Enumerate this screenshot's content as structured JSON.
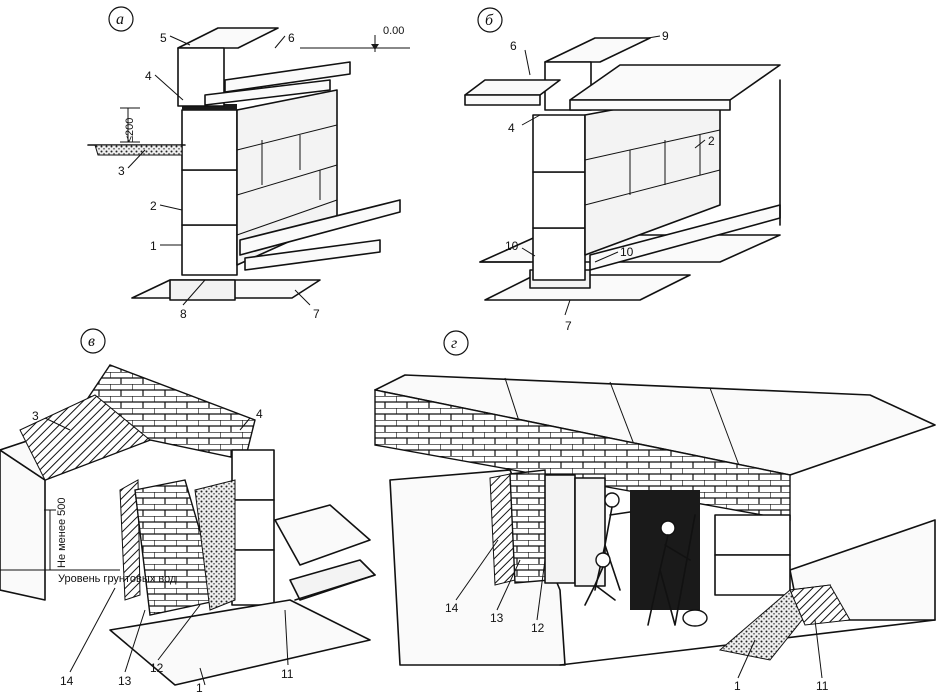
{
  "panels": [
    "а",
    "б",
    "в",
    "г"
  ],
  "panel_a": {
    "labels": [
      "5",
      "6",
      "4",
      "3",
      "2",
      "1",
      "8",
      "7"
    ],
    "level_mark": "0.00",
    "dim_label": "≤200"
  },
  "panel_b": {
    "labels": [
      "6",
      "9",
      "4",
      "2",
      "10",
      "10",
      "7"
    ]
  },
  "panel_v": {
    "labels": [
      "3",
      "4",
      "14",
      "13",
      "12",
      "1",
      "11"
    ],
    "dim_label": "Не менее 500",
    "groundwater_label": "Уровень грунтовых вод"
  },
  "panel_g": {
    "labels": [
      "14",
      "13",
      "12",
      "1",
      "11"
    ]
  }
}
